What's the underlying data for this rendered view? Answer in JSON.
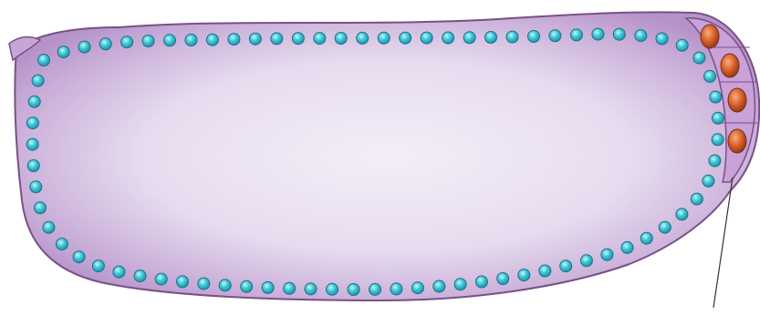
{
  "diagram": {
    "colors": {
      "background": "#ffffff",
      "body_fill_outer": "#b592c9",
      "body_fill_inner": "#f4eef8",
      "body_outline": "#7a4f87",
      "nucleus_fill": "#3ec9d6",
      "nucleus_outline": "#1f6f8a",
      "nucleus_highlight": "#c9f5f7",
      "cap_cell_fill": "#c8a2d8",
      "cap_nucleus_fill": "#d9622b",
      "cap_nucleus_outline": "#7a2e12",
      "pointer_line": "#333333"
    },
    "peripheral_nuclei_count": 78,
    "cap_cells_count": 4,
    "pointer_count": 1
  }
}
